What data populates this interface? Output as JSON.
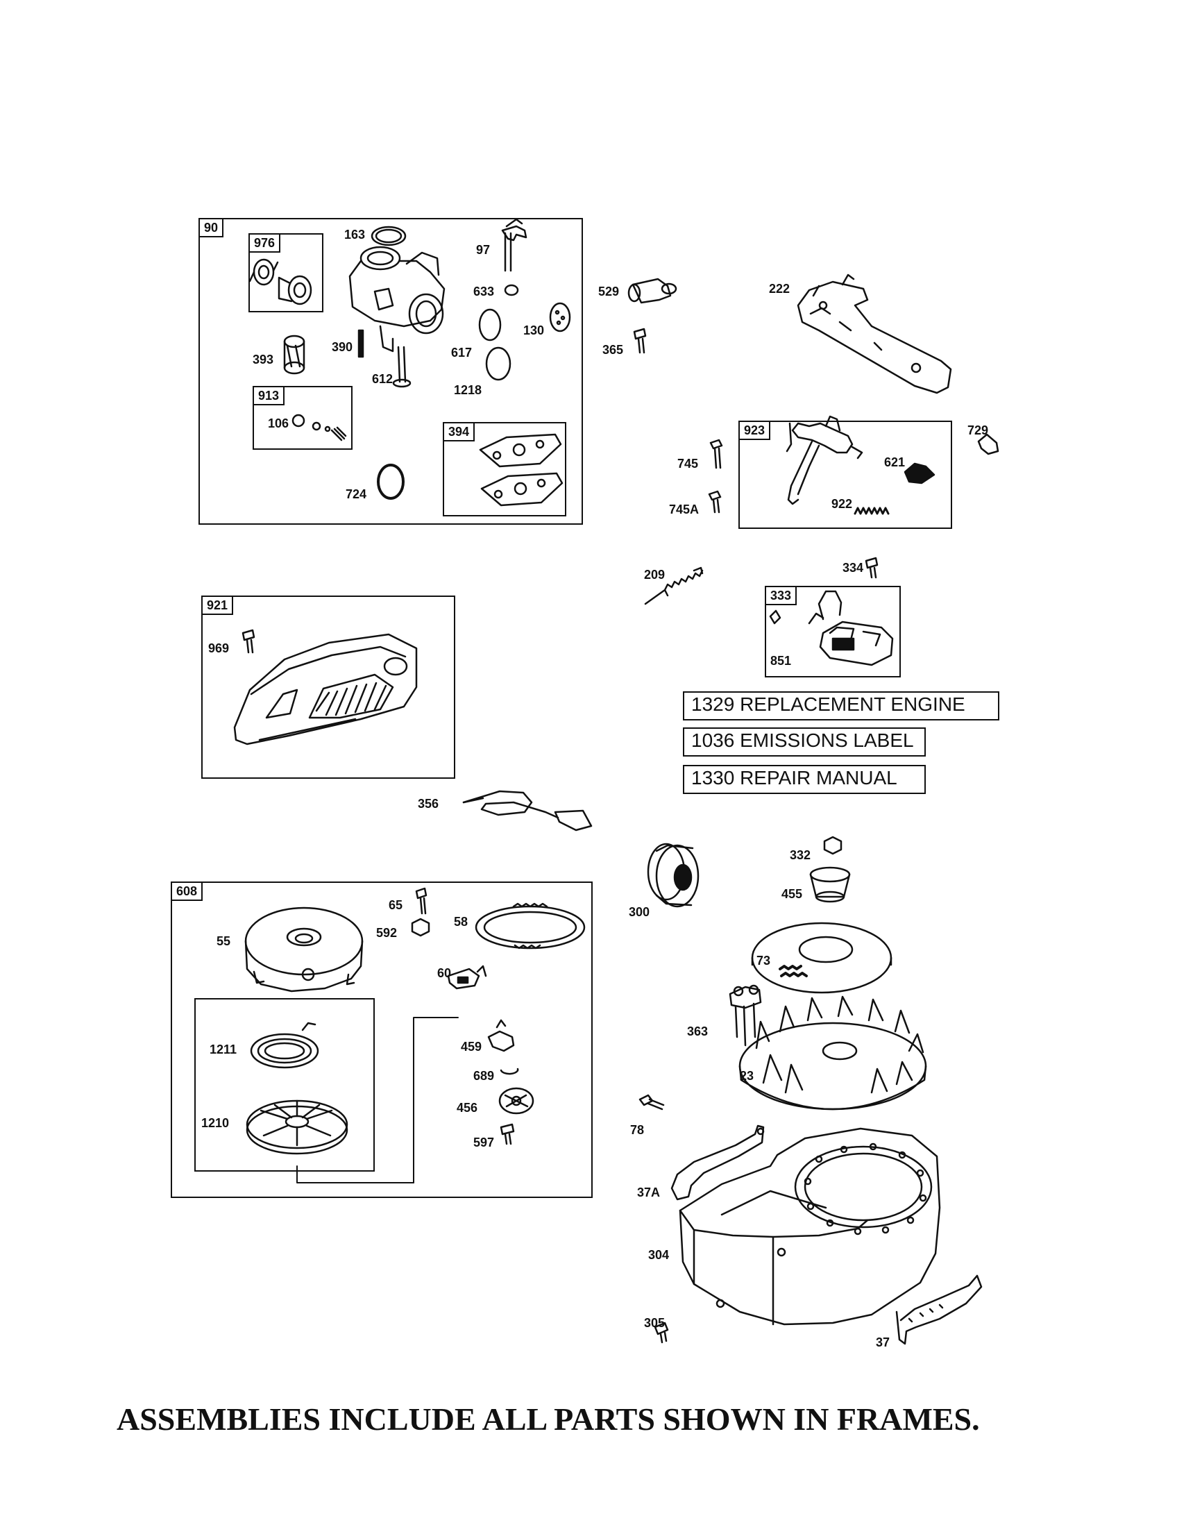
{
  "assemblies": {
    "carburetor": {
      "id": "90"
    },
    "carburetor_sub_976": {
      "id": "976"
    },
    "carburetor_sub_913": {
      "id": "913"
    },
    "carburetor_sub_394": {
      "id": "394"
    },
    "governor": {
      "id": "923"
    },
    "blower_cover": {
      "id": "921"
    },
    "ignition": {
      "id": "333"
    },
    "rewind_starter": {
      "id": "608"
    }
  },
  "parts": {
    "p163": "163",
    "p97": "97",
    "p633": "633",
    "p393": "393",
    "p390": "390",
    "p617": "617",
    "p130": "130",
    "p612": "612",
    "p1218": "1218",
    "p106": "106",
    "p724": "724",
    "p529": "529",
    "p365": "365",
    "p222": "222",
    "p745": "745",
    "p745a": "745A",
    "p621": "621",
    "p922": "922",
    "p729": "729",
    "p209": "209",
    "p334": "334",
    "p851": "851",
    "p969": "969",
    "p356": "356",
    "p65": "65",
    "p55": "55",
    "p592": "592",
    "p58": "58",
    "p60": "60",
    "p1211": "1211",
    "p1210": "1210",
    "p459": "459",
    "p689": "689",
    "p456": "456",
    "p597": "597",
    "p300": "300",
    "p332": "332",
    "p455": "455",
    "p73": "73",
    "p363": "363",
    "p23": "23",
    "p78": "78",
    "p37a": "37A",
    "p304": "304",
    "p305": "305",
    "p37": "37"
  },
  "info_boxes": {
    "replacement_engine": "1329 REPLACEMENT ENGINE",
    "emissions_label": "1036 EMISSIONS LABEL",
    "repair_manual": "1330 REPAIR MANUAL"
  },
  "footer": "ASSEMBLIES INCLUDE ALL PARTS SHOWN IN FRAMES."
}
